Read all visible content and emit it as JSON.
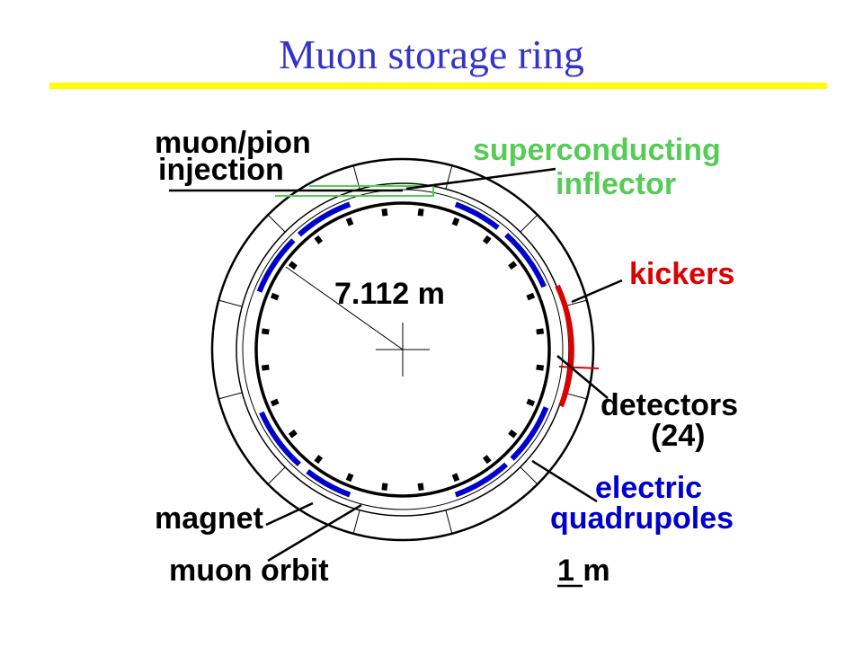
{
  "title": "Muon storage ring",
  "colors": {
    "title": "#3333cc",
    "rule": "#ffff00",
    "inflector": "#55cc55",
    "kickers": "#dd0000",
    "quadrupoles": "#0000cc",
    "ink": "#000000"
  },
  "labels": {
    "injection_line1": "muon/pion",
    "injection_line2": "injection",
    "inflector_line1": "superconducting",
    "inflector_line2": "inflector",
    "kickers": "kickers",
    "radius": "7.112 m",
    "detectors_line1": "detectors",
    "detectors_line2": "(24)",
    "quadrupoles_line1": "electric",
    "quadrupoles_line2": "quadrupoles",
    "magnet": "magnet",
    "muon_orbit": "muon orbit",
    "scale": "1 m"
  },
  "detector_count": 24
}
